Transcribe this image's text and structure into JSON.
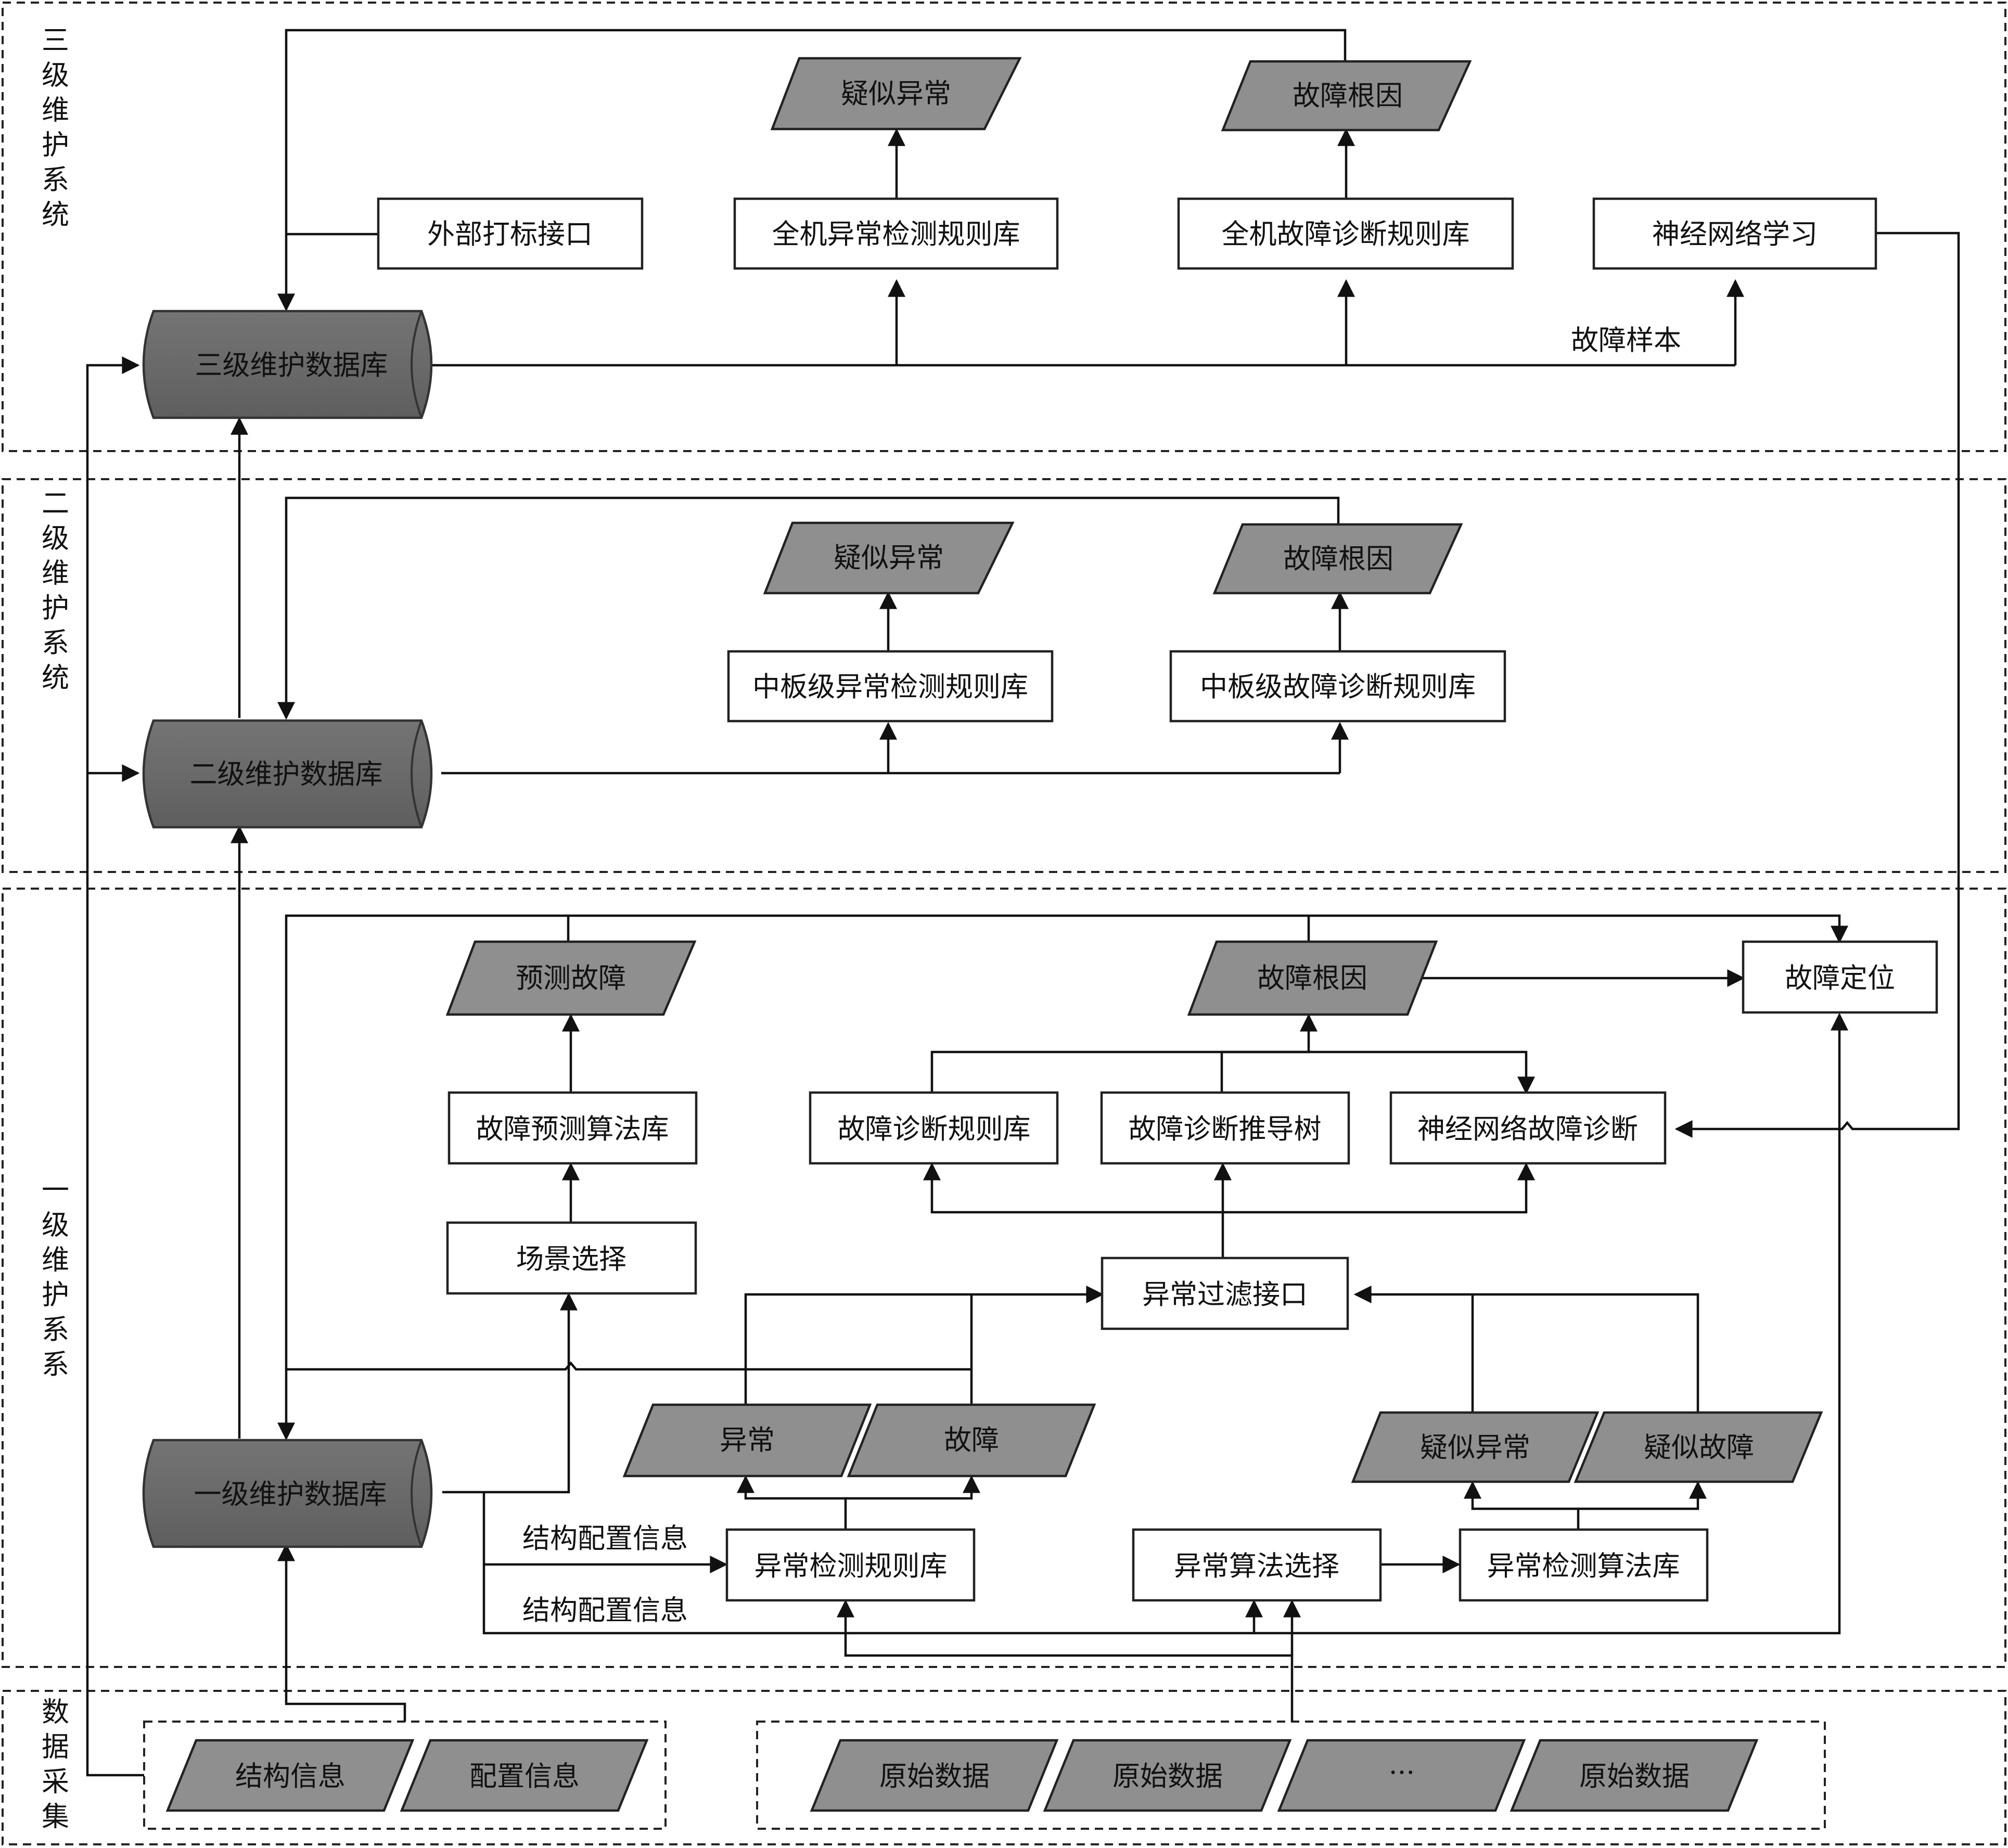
{
  "levels": {
    "l3": "三级维护系统",
    "l2": "二级维护系统",
    "l1": "一级维护系系",
    "data": "数据采集"
  },
  "l3": {
    "db": "三级维护数据库",
    "ext_label": "外部打标接口",
    "anom_rules": "全机异常检测规则库",
    "fault_rules": "全机故障诊断规则库",
    "nn_learning": "神经网络学习",
    "suspect": "疑似异常",
    "root_cause": "故障根因",
    "fault_samples": "故障样本"
  },
  "l2": {
    "db": "二级维护数据库",
    "anom_rules": "中板级异常检测规则库",
    "fault_rules": "中板级故障诊断规则库",
    "suspect": "疑似异常",
    "root_cause": "故障根因"
  },
  "l1": {
    "db": "一级维护数据库",
    "predicted_fault": "预测故障",
    "predict_algos": "故障预测算法库",
    "scene_select": "场景选择",
    "root_cause": "故障根因",
    "fault_locate": "故障定位",
    "diag_rules": "故障诊断规则库",
    "diag_tree": "故障诊断推导树",
    "nn_diag": "神经网络故障诊断",
    "filter_iface": "异常过滤接口",
    "anomaly": "异常",
    "fault": "故障",
    "suspect_anom": "疑似异常",
    "suspect_fault": "疑似故障",
    "anom_rules": "异常检测规则库",
    "algo_select": "异常算法选择",
    "anom_algos": "异常检测算法库",
    "struct_cfg_1": "结构配置信息",
    "struct_cfg_2": "结构配置信息"
  },
  "collect": {
    "struct_info": "结构信息",
    "config_info": "配置信息",
    "raw_1": "原始数据",
    "raw_2": "原始数据",
    "ellipsis": "···",
    "raw_3": "原始数据"
  }
}
